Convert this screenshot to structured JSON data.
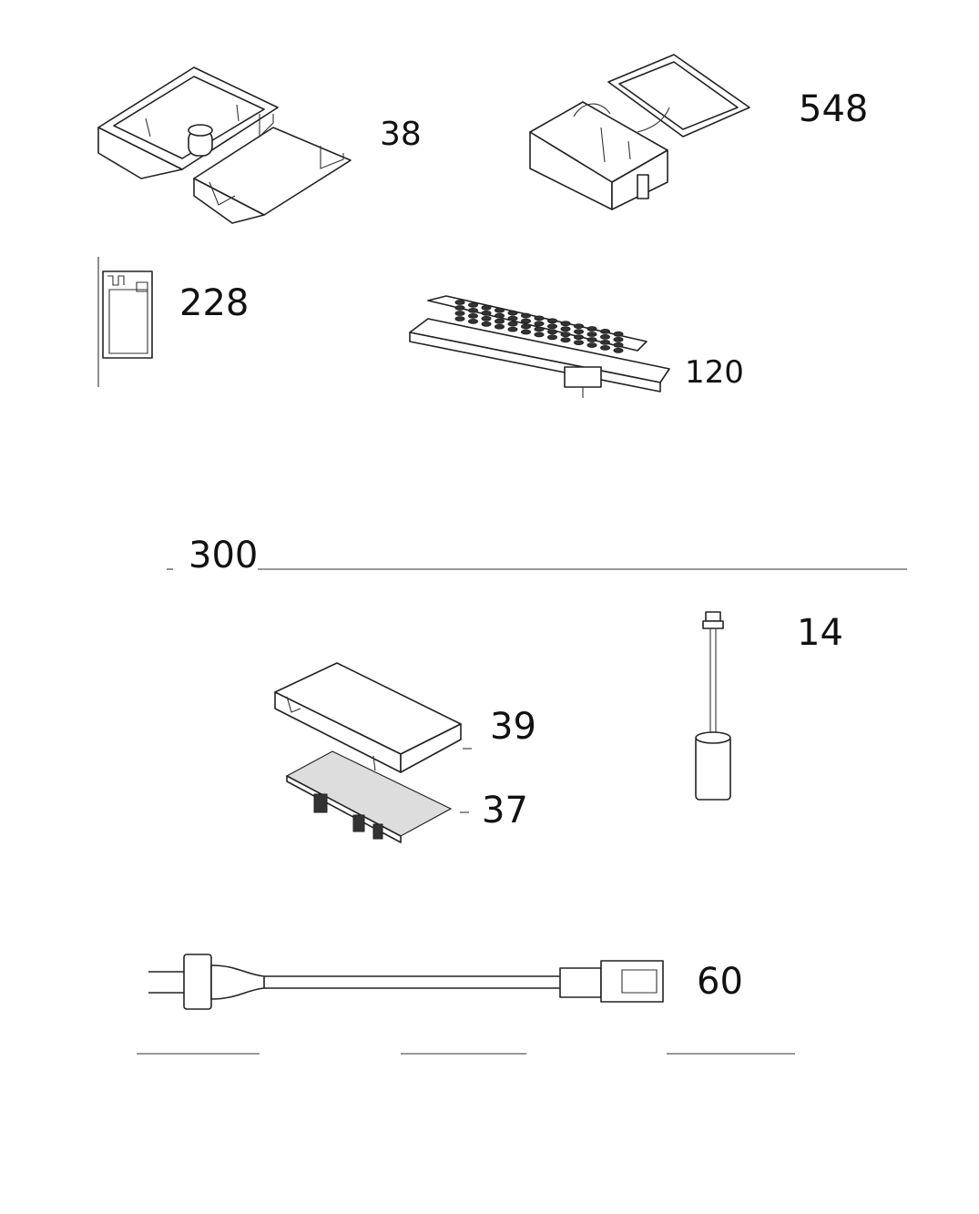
{
  "diagram": {
    "parts": [
      {
        "id": "38",
        "label": "38",
        "depicts": "split housing box"
      },
      {
        "id": "548",
        "label": "548",
        "depicts": "enclosure with hinged lid"
      },
      {
        "id": "228",
        "label": "228",
        "depicts": "wireless module"
      },
      {
        "id": "120",
        "label": "120",
        "depicts": "spring contact strip"
      },
      {
        "id": "300",
        "label": "300",
        "depicts": "group header line"
      },
      {
        "id": "39",
        "label": "39",
        "depicts": "control board cover"
      },
      {
        "id": "37",
        "label": "37",
        "depicts": "control circuit board"
      },
      {
        "id": "14",
        "label": "14",
        "depicts": "capacitor with lead"
      },
      {
        "id": "60",
        "label": "60",
        "depicts": "power cord"
      }
    ]
  }
}
